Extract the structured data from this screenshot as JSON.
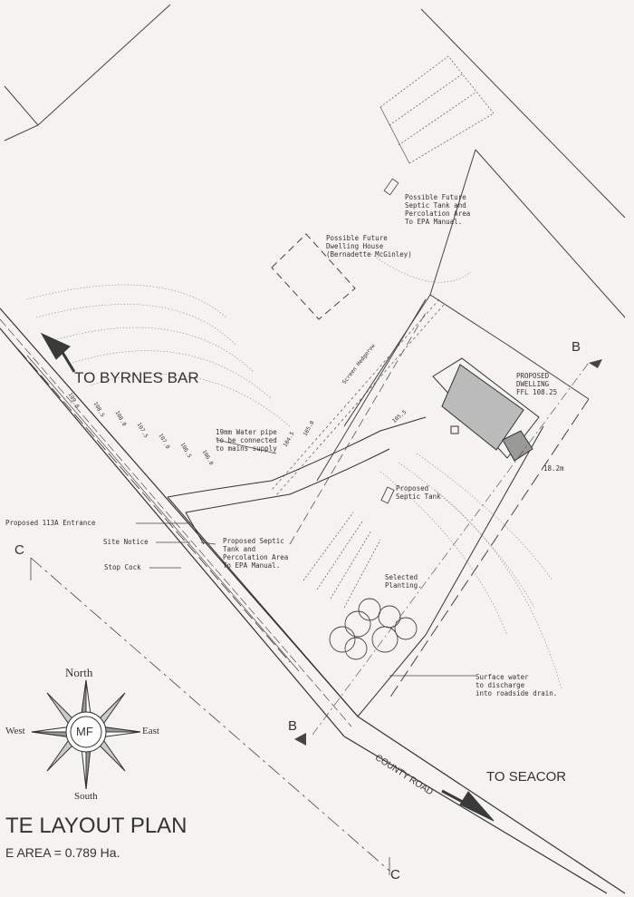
{
  "directions": {
    "to_byrnes_bar": "TO BYRNES BAR",
    "to_seacor": "TO SEACOR",
    "county_road": "COUNTY ROAD"
  },
  "annotations": {
    "future_septic": "Possible Future\nSeptic Tank and\nPercolation Area\nTo EPA Manual.",
    "future_dwelling": "Possible Future\nDwelling House\n(Bernadette McGinley)",
    "proposed_dwelling": "PROPOSED\nDWELLING\nFFL 108.25",
    "water_pipe": "19mm Water pipe\nto be connected\nto mains supply",
    "proposed_entrance": "Proposed 113A Entrance",
    "site_notice": "Site Notice",
    "stop_cock": "Stop Cock",
    "proposed_septic_tank": "Proposed\nSeptic Tank",
    "proposed_septic_perc": "Proposed Septic\nTank and\nPercolation Area\nTo EPA Manual.",
    "selected_planting": "Selected\nPlanting.",
    "surface_water": "Surface water\nto discharge\ninto roadside drain.",
    "dim_18m": "18.2m",
    "screen_hedgerow": "Screen Hedgerow"
  },
  "sections": {
    "b_top": "B",
    "b_bottom": "B",
    "c_left": "C",
    "c_bottom": "C"
  },
  "compass": {
    "north": "North",
    "south": "South",
    "east": "East",
    "west": "West",
    "center": "MF"
  },
  "title": {
    "main": "TE LAYOUT PLAN",
    "area": "E AREA = 0.789 Ha."
  },
  "contours": [
    "109.0",
    "108.5",
    "108.0",
    "107.5",
    "107.0",
    "106.5",
    "106.0",
    "105.5",
    "105.0",
    "104.5"
  ],
  "colors": {
    "ink": "#333333",
    "paper": "#f4f3ef",
    "arrow": "#3a3a3a"
  }
}
